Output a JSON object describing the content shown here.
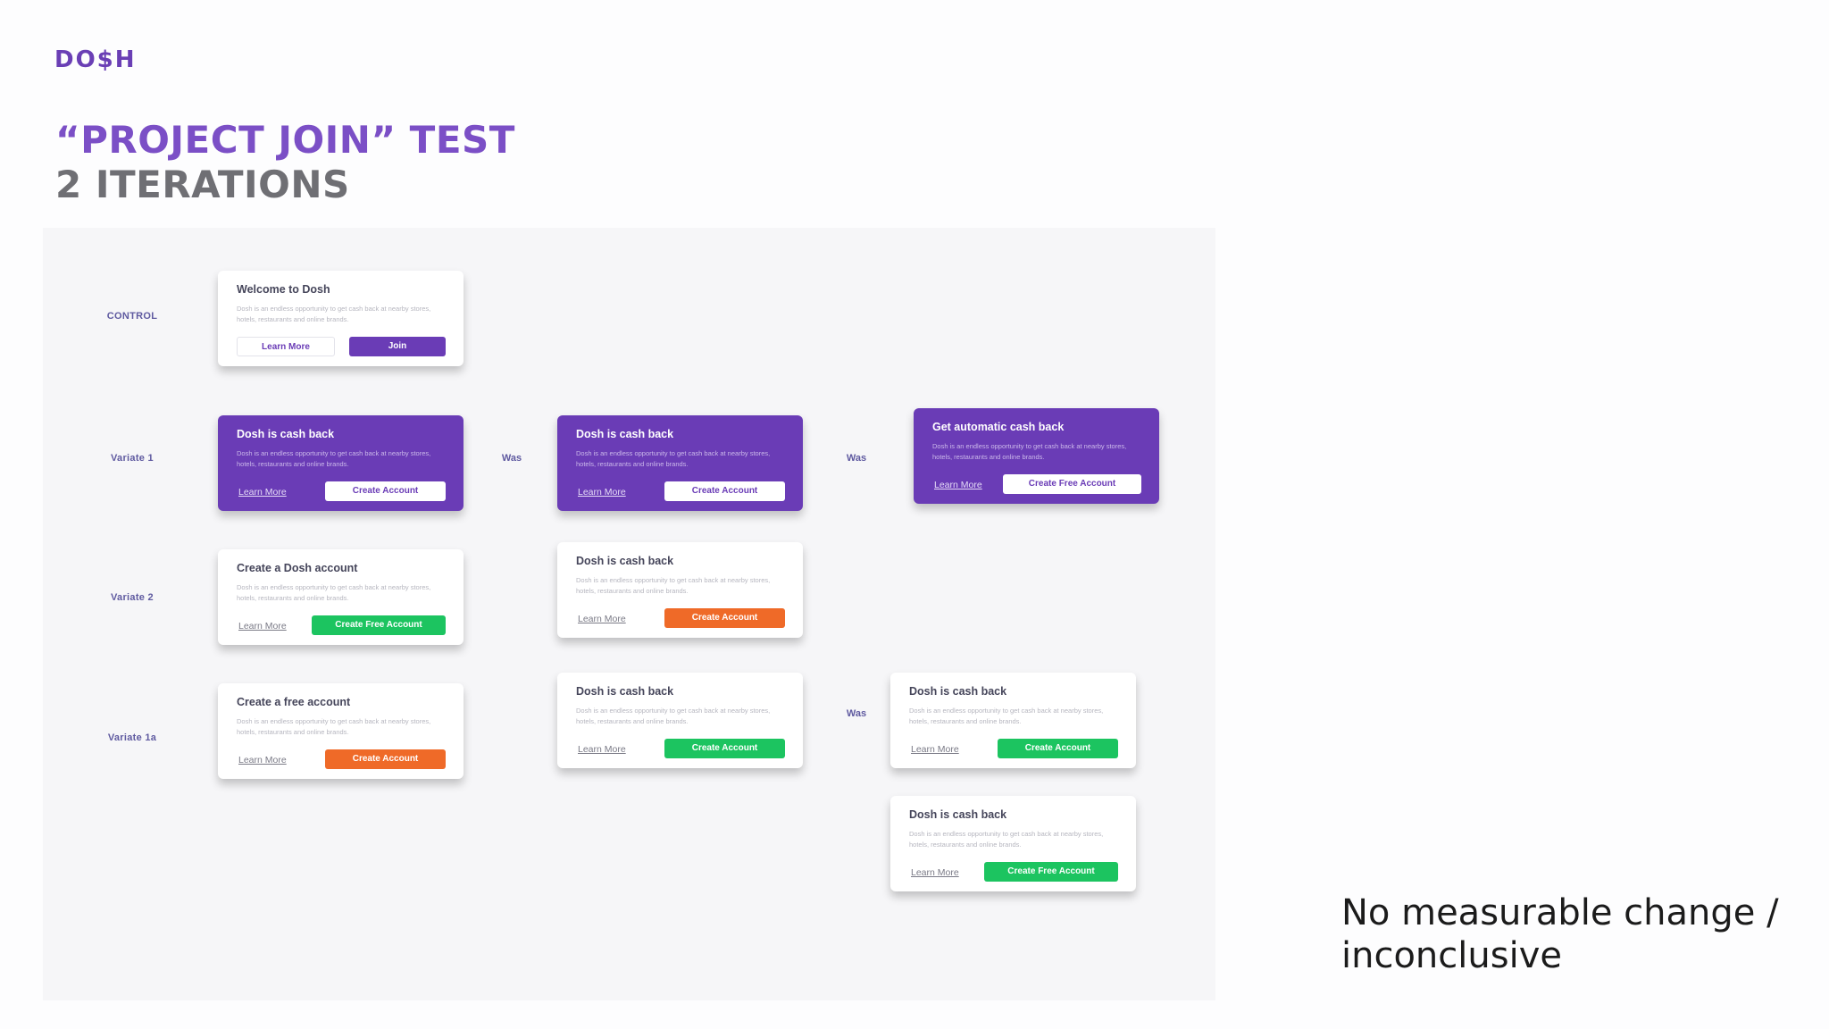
{
  "header": {
    "logo": "DO$H",
    "title_line1": "“PROJECT JOIN” TEST",
    "title_line2": "2 ITERATIONS"
  },
  "rows": {
    "control": "CONTROL",
    "variate1": "Variate 1",
    "variate2": "Variate 2",
    "variate1a": "Variate 1a"
  },
  "was": "Was",
  "cards": {
    "control": {
      "title": "Welcome to Dosh",
      "body": "Dosh is an endless opportunity to get cash back at nearby stores, hotels, restaurants and online brands.",
      "link": "Learn More",
      "button": "Join"
    },
    "v1a": {
      "title": "Dosh is cash back",
      "body": "Dosh is an endless opportunity to get cash back at nearby stores, hotels, restaurants and online brands.",
      "link": "Learn More",
      "button": "Create Account"
    },
    "v1b": {
      "title": "Dosh is cash back",
      "body": "Dosh is an endless opportunity to get cash back at nearby stores, hotels, restaurants and online brands.",
      "link": "Learn More",
      "button": "Create Account"
    },
    "v1c": {
      "title": "Get automatic cash back",
      "body": "Dosh is an endless opportunity to get cash back at nearby stores, hotels, restaurants and online brands.",
      "link": "Learn More",
      "button": "Create Free Account"
    },
    "v2a": {
      "title": "Create a Dosh account",
      "body": "Dosh is an endless opportunity to get cash back at nearby stores, hotels, restaurants and online brands.",
      "link": "Learn More",
      "button": "Create Free Account"
    },
    "v2b": {
      "title": "Dosh is cash back",
      "body": "Dosh is an endless opportunity to get cash back at nearby stores, hotels, restaurants and online brands.",
      "link": "Learn More",
      "button": "Create Account"
    },
    "v3a": {
      "title": "Create a free account",
      "body": "Dosh is an endless opportunity to get cash back at nearby stores, hotels, restaurants and online brands.",
      "link": "Learn More",
      "button": "Create Account"
    },
    "v3b": {
      "title": "Dosh is cash back",
      "body": "Dosh is an endless opportunity to get cash back at nearby stores, hotels, restaurants and online brands.",
      "link": "Learn More",
      "button": "Create Account"
    },
    "v3c": {
      "title": "Dosh is cash back",
      "body": "Dosh is an endless opportunity to get cash back at nearby stores, hotels, restaurants and online brands.",
      "link": "Learn More",
      "button": "Create Account"
    },
    "v3d": {
      "title": "Dosh is cash back",
      "body": "Dosh is an endless opportunity to get cash back at nearby stores, hotels, restaurants and online brands.",
      "link": "Learn More",
      "button": "Create Free Account"
    }
  },
  "note": "No measurable change / inconclusive",
  "colors": {
    "brand_purple": "#6a3cb6",
    "green": "#1cc460",
    "orange": "#ef6a28",
    "title_gray": "#6f6f74"
  }
}
